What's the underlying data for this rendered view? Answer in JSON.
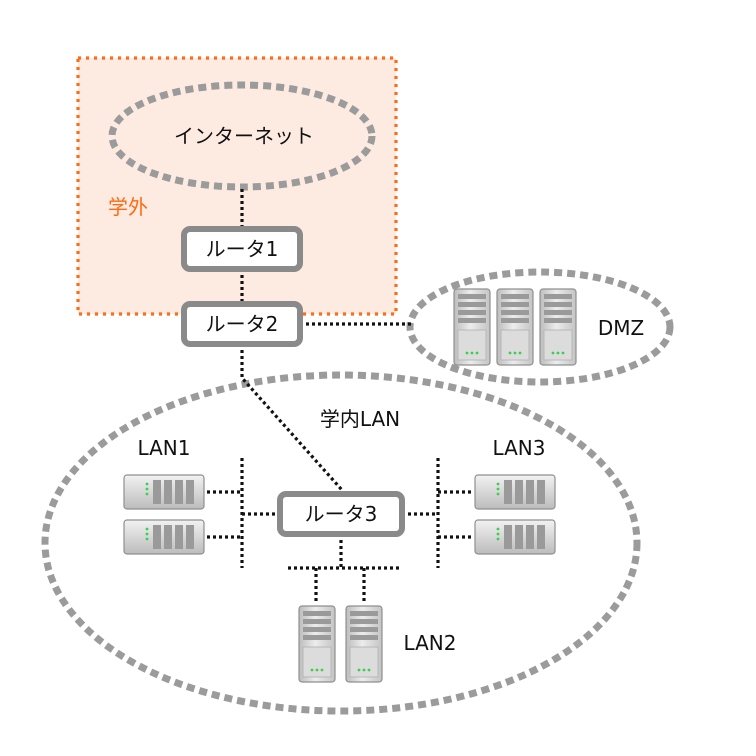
{
  "diagram": {
    "outside": {
      "label": "学外",
      "label_color": "#ff6a13",
      "fill": "#fdebe2",
      "border": "#ff6a13"
    },
    "internet": {
      "label": "インターネット"
    },
    "routers": [
      {
        "id": "router1",
        "label": "ルータ1"
      },
      {
        "id": "router2",
        "label": "ルータ2"
      },
      {
        "id": "router3",
        "label": "ルータ3"
      }
    ],
    "dmz": {
      "label": "DMZ",
      "server_count": 3
    },
    "campus_lan": {
      "label": "学内LAN"
    },
    "lans": [
      {
        "id": "lan1",
        "label": "LAN1",
        "server_count": 2,
        "server_kind": "horizontal"
      },
      {
        "id": "lan2",
        "label": "LAN2",
        "server_count": 2,
        "server_kind": "tower"
      },
      {
        "id": "lan3",
        "label": "LAN3",
        "server_count": 2,
        "server_kind": "horizontal"
      }
    ],
    "colors": {
      "zone_border": "#9b9b9b",
      "router_border": "#8a8a8a",
      "link": "#111111",
      "server_body": "#d9d9d9",
      "server_led": "#3ccf4e"
    }
  }
}
